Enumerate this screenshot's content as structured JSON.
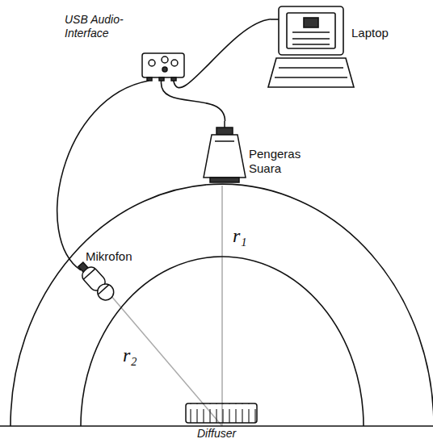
{
  "diagram": {
    "nodes": [
      {
        "text": [
          "USB Audio-Interface"
        ]
      },
      {
        "text": [
          "Laptop"
        ]
      },
      {
        "text": [
          "Pengeras Suara"
        ]
      },
      {
        "text": [
          "Mikrofon"
        ]
      }
    ],
    "edges": [
      {
        "from": 0,
        "to": 1,
        "arrow": "none"
      },
      {
        "from": 0,
        "to": 2,
        "arrow": "none"
      },
      {
        "from": 0,
        "to": 3,
        "arrow": "none"
      }
    ],
    "labels": [
      "r₁",
      "r₂",
      "Diffuser"
    ]
  }
}
